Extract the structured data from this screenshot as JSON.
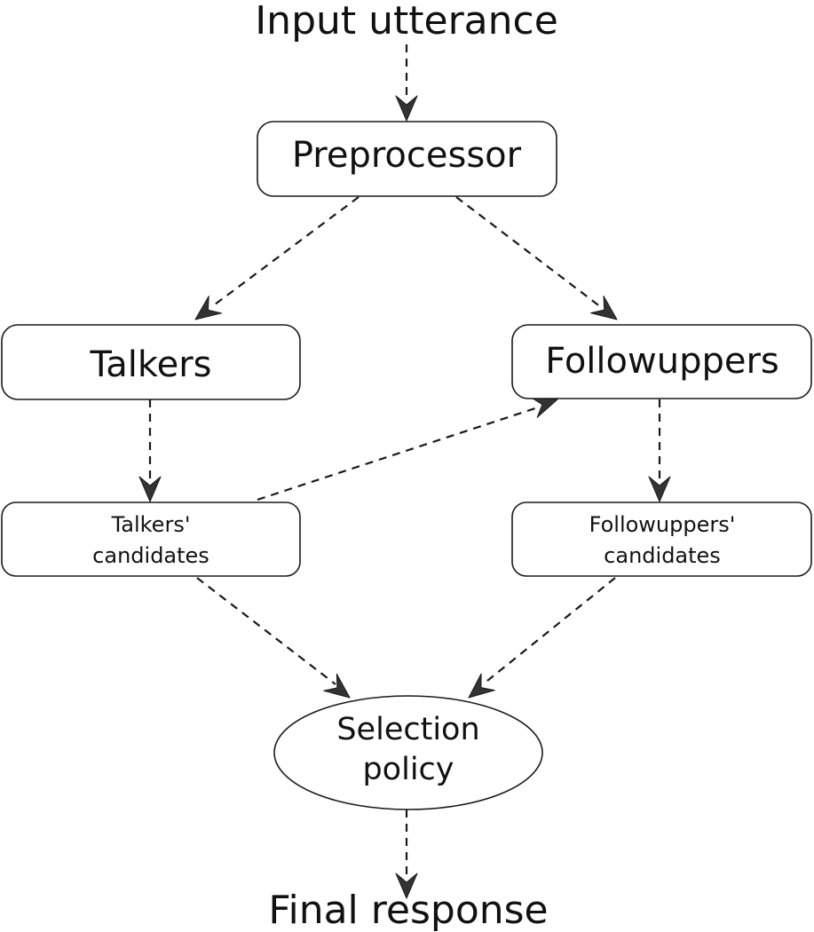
{
  "input": {
    "label": "Input utterance"
  },
  "preprocessor": {
    "label": "Preprocessor"
  },
  "talkers": {
    "label": "Talkers"
  },
  "followuppers": {
    "label": "Followuppers"
  },
  "talkers_candidates": {
    "line1": "Talkers'",
    "line2": "candidates"
  },
  "followuppers_candidates": {
    "line1": "Followuppers'",
    "line2": "candidates"
  },
  "selection_policy": {
    "line1": "Selection",
    "line2": "policy"
  },
  "output": {
    "label": "Final response"
  }
}
